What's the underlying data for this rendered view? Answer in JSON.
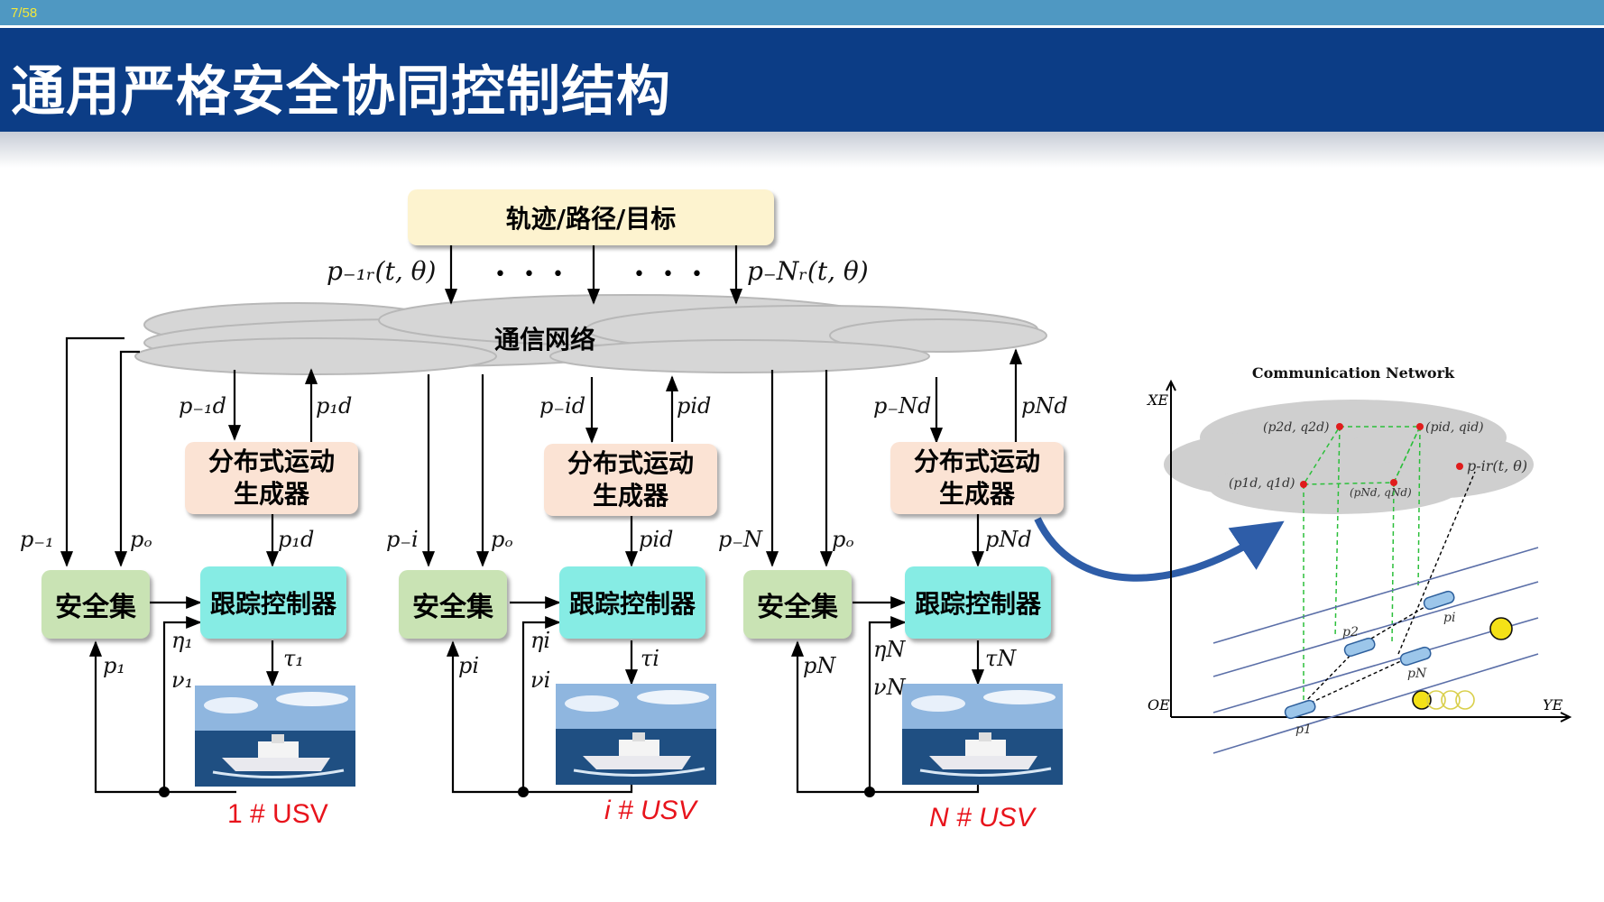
{
  "header": {
    "page": "7/58",
    "title": "通用严格安全协同控制结构"
  },
  "diagram": {
    "traj_box": "轨迹/路径/目标",
    "network": "通信网络",
    "generator_line1": "分布式运动",
    "generator_line2": "生成器",
    "safe_set": "安全集",
    "tracker": "跟踪控制器",
    "dots": "• • •",
    "p_1r": "p₋₁ᵣ(t, θ)",
    "p_Nr": "p₋Nᵣ(t, θ)",
    "usv1": "1 # USV",
    "usvi": "i # USV",
    "usvN": "N # USV",
    "labels": {
      "pm1d": "p₋₁d",
      "p1d": "p₁d",
      "pm1": "p₋₁",
      "po": "pₒ",
      "eta1": "η₁",
      "nu1": "ν₁",
      "tau1": "τ₁",
      "p1": "p₁",
      "pmid": "p₋id",
      "pid": "pid",
      "pmi": "p₋i",
      "etai": "ηi",
      "nui": "νi",
      "taui": "τi",
      "pi": "pi",
      "pmNd": "p₋Nd",
      "pNd": "pNd",
      "pmN": "p₋N",
      "etaN": "ηN",
      "nuN": "νN",
      "tauN": "τN",
      "pN": "pN"
    }
  },
  "figure": {
    "title": "Communication Network",
    "points": [
      "(p2d, q2d)",
      "(pid, qid)",
      "(p1d, q1d)",
      "(pNd, qNd)",
      "p-ir(t, θ)"
    ],
    "ships": [
      "p2",
      "pi",
      "pN",
      "p1"
    ],
    "axis_x": "XE",
    "axis_y": "YE",
    "origin": "OE"
  },
  "colors": {
    "header": "#0c3d86",
    "topbar": "#4f98c2",
    "usv_label": "#e8141c"
  }
}
